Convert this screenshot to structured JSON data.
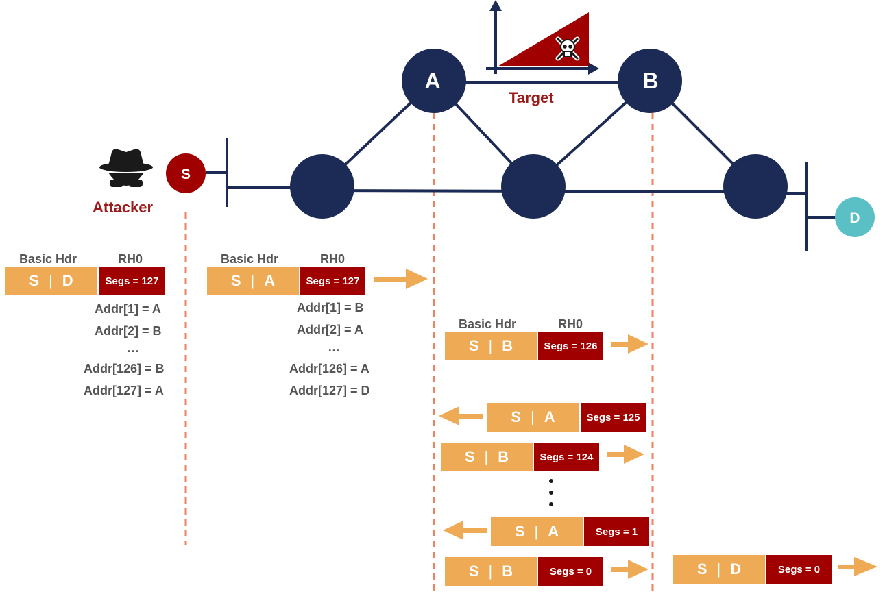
{
  "nodes": {
    "A": "A",
    "B": "B",
    "S": "S",
    "D": "D"
  },
  "labels": {
    "target": "Target",
    "attacker": "Attacker"
  },
  "header_labels": {
    "basic_hdr": "Basic Hdr",
    "rh0": "RH0"
  },
  "packets": {
    "p1": {
      "src": "S",
      "dst": "D",
      "segs": "Segs = 127"
    },
    "p2": {
      "src": "S",
      "dst": "A",
      "segs": "Segs = 127"
    },
    "p3": {
      "src": "S",
      "dst": "B",
      "segs": "Segs = 126"
    },
    "p4": {
      "src": "S",
      "dst": "A",
      "segs": "Segs = 125"
    },
    "p5": {
      "src": "S",
      "dst": "B",
      "segs": "Segs = 124"
    },
    "p6": {
      "src": "S",
      "dst": "A",
      "segs": "Segs = 1"
    },
    "p7": {
      "src": "S",
      "dst": "B",
      "segs": "Segs = 0"
    },
    "p8": {
      "src": "S",
      "dst": "D",
      "segs": "Segs = 0"
    }
  },
  "addr_lists": {
    "left": [
      "Addr[1] = A",
      "Addr[2] = B",
      "…",
      "Addr[126] = B",
      "Addr[127] = A"
    ],
    "middle": [
      "Addr[1] = B",
      "Addr[2] = A",
      "…",
      "Addr[126] = A",
      "Addr[127] = D"
    ]
  },
  "separator": "|",
  "colors": {
    "node": "#1c2b55",
    "attacker": "#a00000",
    "destination": "#5bbfc6",
    "basic_header": "#eeaa55",
    "routing_header": "#a00000",
    "arrow": "#eeaa55",
    "dashed_line": "#f08060"
  },
  "icons": {
    "attacker": "hacker-icon",
    "target": "skull-crossbones-icon"
  }
}
